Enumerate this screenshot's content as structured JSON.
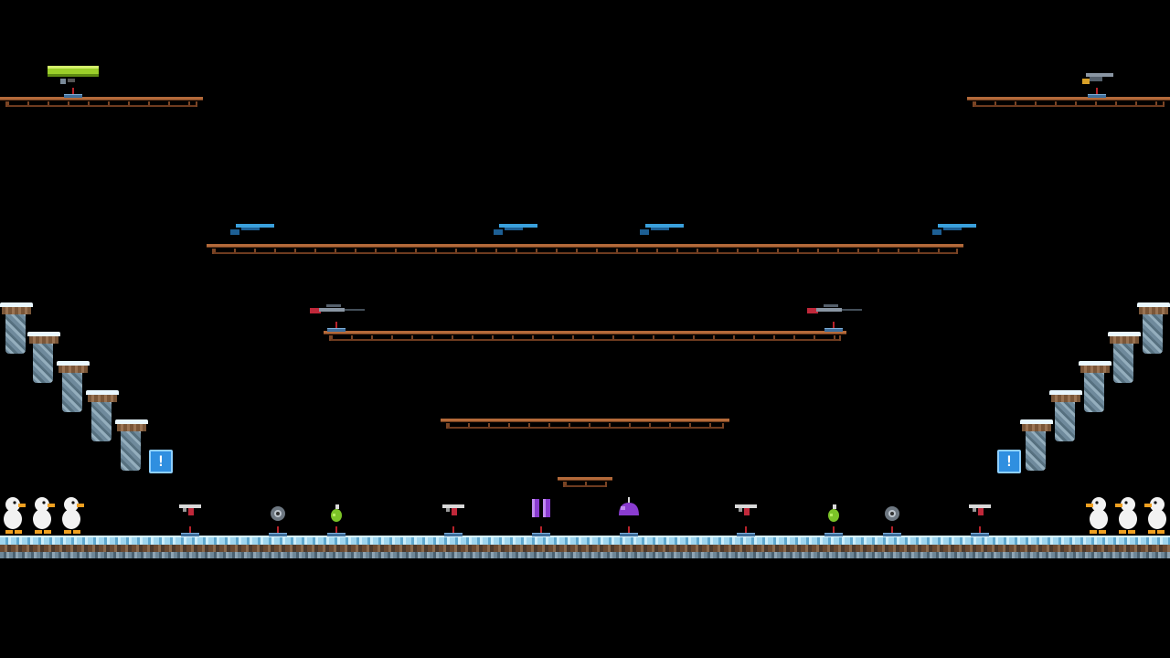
{
  "scene": {
    "background": "#000000",
    "platform_color": "#b46a3a",
    "ice_color": "#9fd6ef"
  },
  "info_blocks": [
    {
      "symbol": "!"
    },
    {
      "symbol": "!"
    }
  ],
  "ducks": {
    "left_count": 3,
    "right_count": 3,
    "body_color": "#f2f2f2",
    "beak_color": "#f0a020"
  },
  "items": {
    "top_platform_left": "bazooka",
    "top_platform_right": "shotgun",
    "upper_girder": [
      "laser-rifle",
      "laser-rifle",
      "laser-rifle",
      "laser-rifle"
    ],
    "middle_girder": [
      "red-sniper",
      "red-sniper"
    ],
    "floor": [
      "pistol",
      "mine",
      "grenade",
      "pistol",
      "purple-banners",
      "purple-helmet",
      "pistol",
      "grenade",
      "mine",
      "pistol"
    ]
  }
}
